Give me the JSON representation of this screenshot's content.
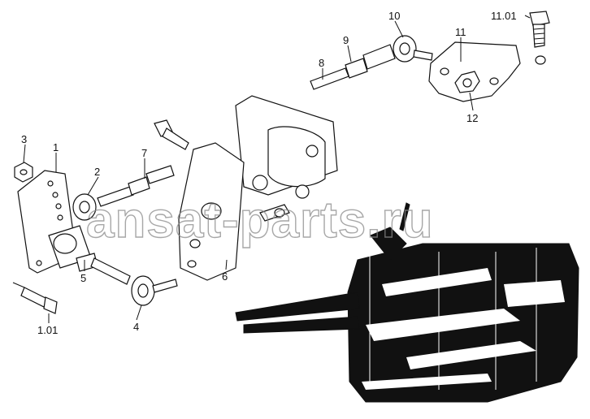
{
  "callouts": {
    "c1": "1",
    "c1_01": "1.01",
    "c2": "2",
    "c3": "3",
    "c4": "4",
    "c5": "5",
    "c6": "6",
    "c7": "7",
    "c8": "8",
    "c9": "9",
    "c10": "10",
    "c11": "11",
    "c11_01": "11.01",
    "c12": "12"
  },
  "watermark": "ansat-parts.ru"
}
